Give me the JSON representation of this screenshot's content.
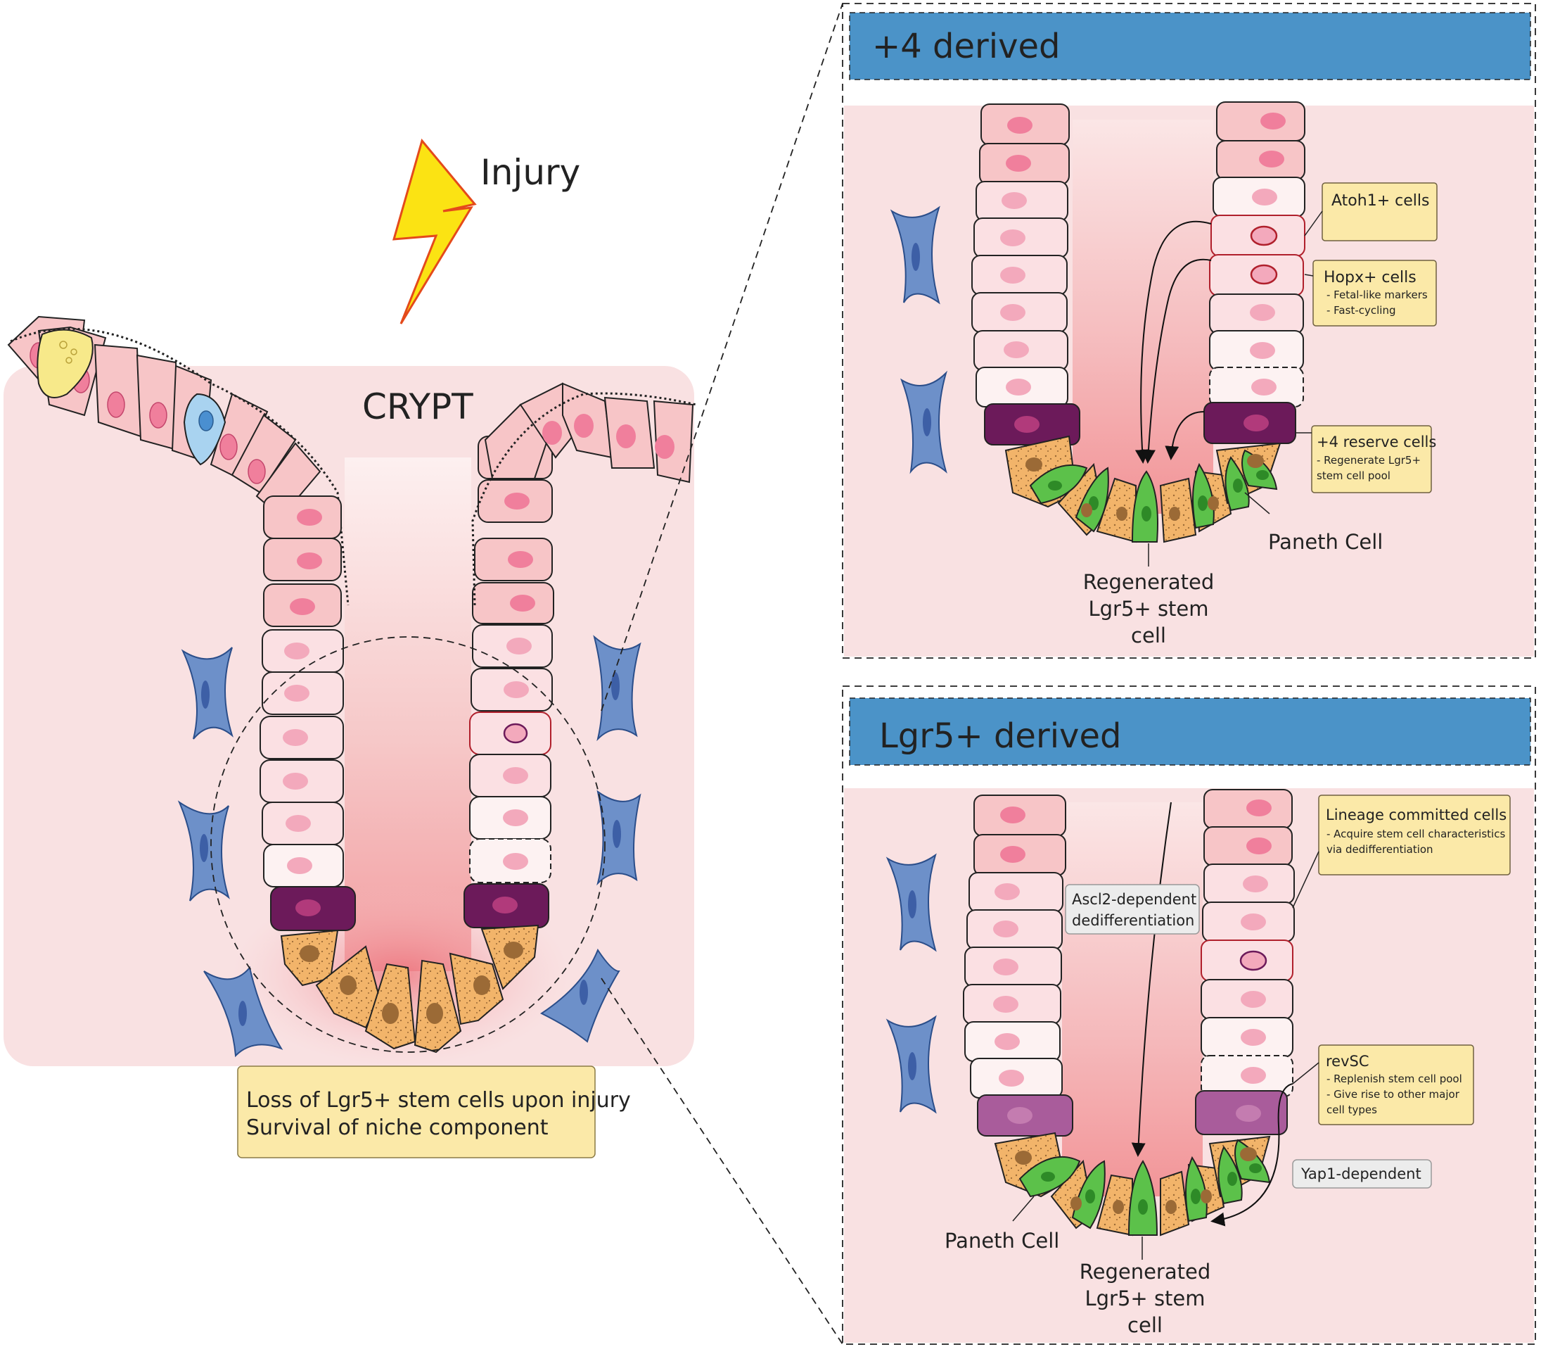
{
  "left": {
    "injury_label": "Injury",
    "crypt_label": "CRYPT",
    "caption_line1": "Loss of Lgr5+ stem cells upon injury",
    "caption_line2": "Survival of niche component"
  },
  "panel_top": {
    "title": "+4 derived",
    "note_atoh1": "Atoh1+ cells",
    "note_hopx": "Hopx+ cells",
    "note_hopx_b1": "- Fetal-like markers",
    "note_hopx_b2": "- Fast-cycling",
    "note_reserve": "+4 reserve cells",
    "note_reserve_b1": "- Regenerate Lgr5+",
    "note_reserve_b2": "stem cell pool",
    "paneth_label": "Paneth Cell",
    "regen_l1": "Regenerated",
    "regen_l2": "Lgr5+ stem",
    "regen_l3": "cell"
  },
  "panel_bottom": {
    "title": "Lgr5+ derived",
    "note_lineage": "Lineage committed cells",
    "note_lineage_b1": "- Acquire stem cell characteristics",
    "note_lineage_b2": "via dedifferentiation",
    "ascl2_l1": "Ascl2-dependent",
    "ascl2_l2": "dedifferentiation",
    "note_revsc": "revSC",
    "note_revsc_b1": "- Replenish stem cell pool",
    "note_revsc_b2": "- Give rise to other major",
    "note_revsc_b3": "cell types",
    "yap1": "Yap1-dependent",
    "paneth_label": "Paneth Cell",
    "regen_l1": "Regenerated",
    "regen_l2": "Lgr5+ stem",
    "regen_l3": "cell"
  },
  "colors": {
    "background_pink": "#f9e1e2",
    "title_bar_blue": "#4b93c8",
    "note_yellow": "#fbe9a8",
    "note_grey": "#ececec",
    "enterocyte": "#f7c5c7",
    "stem_pale": "#fbe0e3",
    "transit_white": "#fdf2f2",
    "nucleus_pink": "#f07f9c",
    "paneth_orange": "#f2b46a",
    "stem_green": "#5cc14a",
    "plus4_purple": "#6c1a5a",
    "fibroblast_blue": "#6d90c9",
    "bolt_yellow": "#fbe313"
  },
  "icons": [
    "lightning-bolt-icon",
    "fibroblast-cell-icon"
  ]
}
